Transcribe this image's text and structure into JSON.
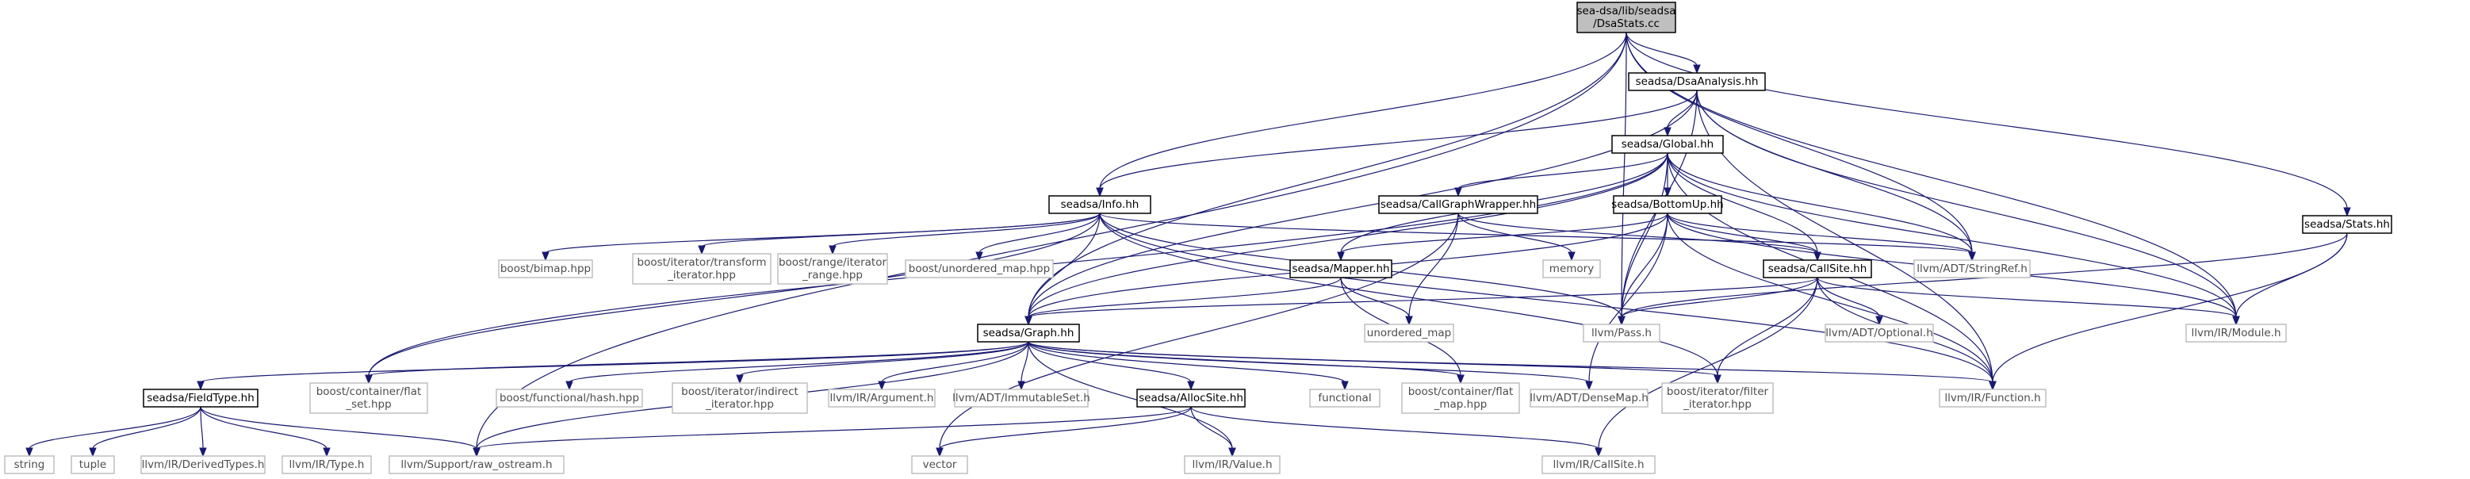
{
  "nodes": {
    "root": [
      "sea-dsa/lib/seadsa",
      "/DsaStats.cc"
    ],
    "dsaanalysis": [
      "seadsa/DsaAnalysis.hh"
    ],
    "global": [
      "seadsa/Global.hh"
    ],
    "info": [
      "seadsa/Info.hh"
    ],
    "callgraphwrapper": [
      "seadsa/CallGraphWrapper.hh"
    ],
    "bottomup": [
      "seadsa/BottomUp.hh"
    ],
    "stats": [
      "seadsa/Stats.hh"
    ],
    "mapper": [
      "seadsa/Mapper.hh"
    ],
    "callsite": [
      "seadsa/CallSite.hh"
    ],
    "graph": [
      "seadsa/Graph.hh"
    ],
    "fieldtype": [
      "seadsa/FieldType.hh"
    ],
    "allocsite": [
      "seadsa/AllocSite.hh"
    ],
    "boost_bimap": [
      "boost/bimap.hpp"
    ],
    "boost_transform": [
      "boost/iterator/transform",
      "_iterator.hpp"
    ],
    "boost_range": [
      "boost/range/iterator",
      "_range.hpp"
    ],
    "boost_unordered": [
      "boost/unordered_map.hpp"
    ],
    "memory": [
      "memory"
    ],
    "stringref": [
      "llvm/ADT/StringRef.h"
    ],
    "module": [
      "llvm/IR/Module.h"
    ],
    "pass": [
      "llvm/Pass.h"
    ],
    "unordered_map": [
      "unordered_map"
    ],
    "optional": [
      "llvm/ADT/Optional.h"
    ],
    "flat_set": [
      "boost/container/flat",
      "_set.hpp"
    ],
    "functional_hash": [
      "boost/functional/hash.hpp"
    ],
    "indirect_iter": [
      "boost/iterator/indirect",
      "_iterator.hpp"
    ],
    "argument": [
      "llvm/IR/Argument.h"
    ],
    "immutableset": [
      "llvm/ADT/ImmutableSet.h"
    ],
    "functional": [
      "functional"
    ],
    "flat_map": [
      "boost/container/flat",
      "_map.hpp"
    ],
    "densemap": [
      "llvm/ADT/DenseMap.h"
    ],
    "filter_iter": [
      "boost/iterator/filter",
      "_iterator.hpp"
    ],
    "function": [
      "llvm/IR/Function.h"
    ],
    "string": [
      "string"
    ],
    "tuple": [
      "tuple"
    ],
    "derivedtypes": [
      "llvm/IR/DerivedTypes.h"
    ],
    "type": [
      "llvm/IR/Type.h"
    ],
    "raw_ostream": [
      "llvm/Support/raw_ostream.h"
    ],
    "vector": [
      "vector"
    ],
    "value": [
      "llvm/IR/Value.h"
    ],
    "ir_callsite": [
      "llvm/IR/CallSite.h"
    ]
  },
  "colors": {
    "edge": "#191970",
    "root_fill": "#bfbfbf",
    "main_border": "#000000",
    "external_border": "#bfbfbf",
    "external_text": "#4d4d4d"
  }
}
